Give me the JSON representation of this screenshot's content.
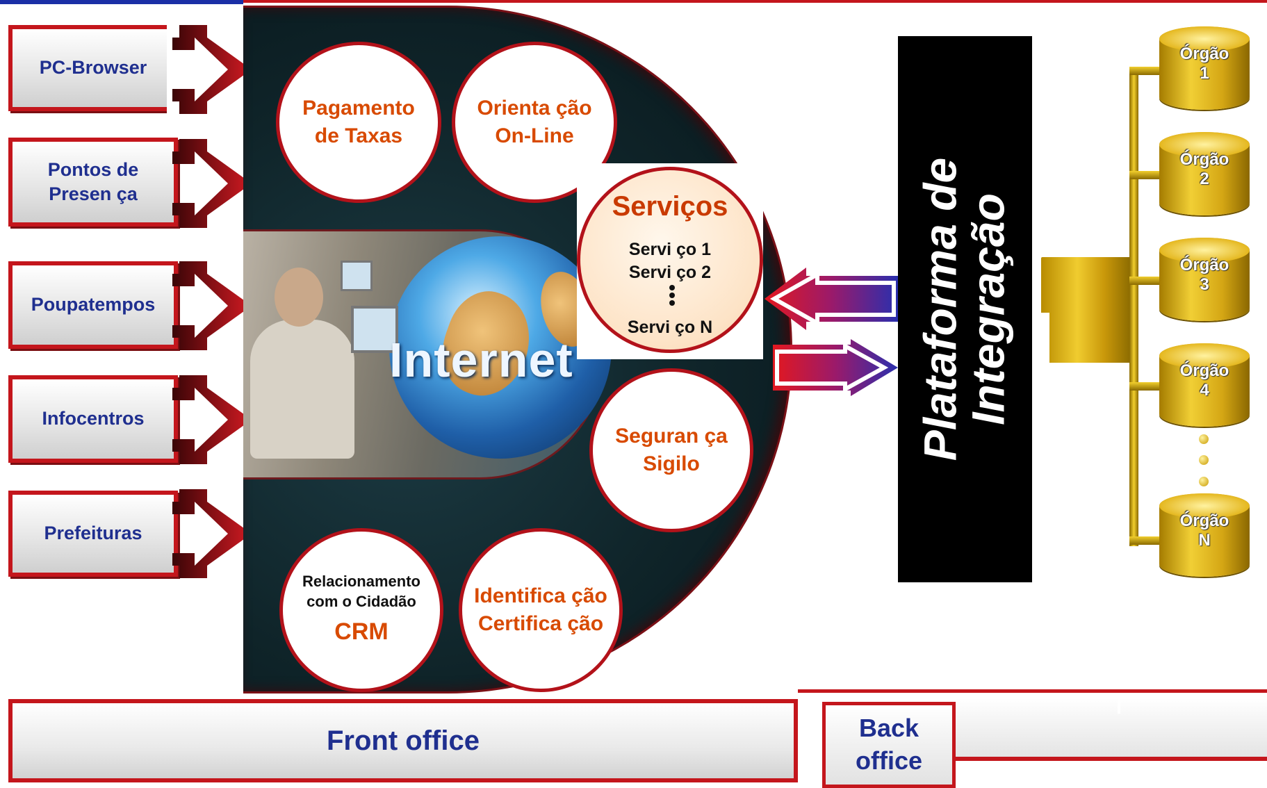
{
  "channels": [
    {
      "label": "PC-Browser"
    },
    {
      "label": "Pontos de\nPresen ça"
    },
    {
      "label": "Poupatempos"
    },
    {
      "label": "Infocentros"
    },
    {
      "label": "Prefeituras"
    }
  ],
  "hub": {
    "image_word": "Internet",
    "pagamento": "Pagamento\nde Taxas",
    "orientacao": "Orienta ção\nOn-Line",
    "seguranca": "Seguran ça\nSigilo",
    "identificacao": "Identifica ção\nCertifica ção",
    "crm_text": "Relacionamento\ncom  o Cidadão",
    "crm_acronym": "CRM"
  },
  "servicos": {
    "title": "Serviços",
    "items": [
      "Servi ço 1",
      "Servi ço 2",
      "Servi ço N"
    ]
  },
  "platform": {
    "label": "Plataforma de\nIntegração"
  },
  "organs": [
    {
      "label": "Órgão\n1"
    },
    {
      "label": "Órgão\n2"
    },
    {
      "label": "Órgão\n3"
    },
    {
      "label": "Órgão\n4"
    },
    {
      "label": "Órgão\nN"
    }
  ],
  "footer": {
    "front_office": "Front office",
    "back_office": "Back\noffice"
  },
  "colors": {
    "accent_red": "#c4161c",
    "label_blue": "#1f2f8f",
    "service_orange": "#d84a00",
    "gold": "#f0cc2f"
  }
}
